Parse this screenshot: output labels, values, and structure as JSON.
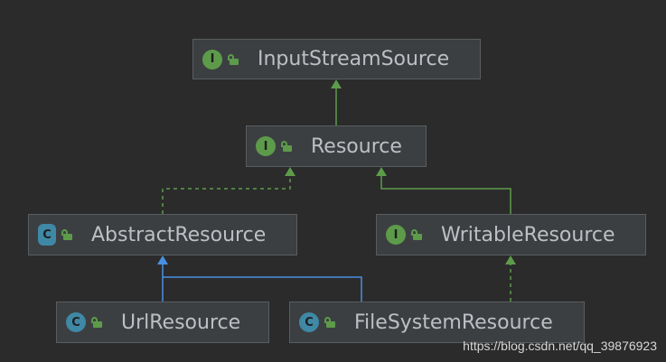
{
  "colors": {
    "background": "#2b2b2b",
    "node_fill": "#3c3f41",
    "node_border": "#5a5d5f",
    "interface_badge": "#5d9b4b",
    "class_badge": "#3f88a6",
    "inherit_edge": "#4a90e2",
    "implement_edge": "#5d9b4b",
    "label_text": "#bcc0c4"
  },
  "nodes": {
    "input_stream_source": {
      "label": "InputStreamSource",
      "kind": "interface",
      "badge": "I",
      "icon": "interface-icon"
    },
    "resource": {
      "label": "Resource",
      "kind": "interface",
      "badge": "I",
      "icon": "interface-icon"
    },
    "abstract_resource": {
      "label": "AbstractResource",
      "kind": "abstract-class",
      "badge": "C",
      "icon": "abstract-class-icon"
    },
    "writable_resource": {
      "label": "WritableResource",
      "kind": "interface",
      "badge": "I",
      "icon": "interface-icon"
    },
    "url_resource": {
      "label": "UrlResource",
      "kind": "class",
      "badge": "C",
      "icon": "class-icon"
    },
    "file_system_resource": {
      "label": "FileSystemResource",
      "kind": "class",
      "badge": "C",
      "icon": "class-icon"
    }
  },
  "edges": [
    {
      "from": "resource",
      "to": "input_stream_source",
      "type": "extends-interface",
      "style": "solid",
      "color": "green"
    },
    {
      "from": "abstract_resource",
      "to": "resource",
      "type": "implements",
      "style": "dashed",
      "color": "green"
    },
    {
      "from": "writable_resource",
      "to": "resource",
      "type": "extends-interface",
      "style": "solid",
      "color": "green"
    },
    {
      "from": "url_resource",
      "to": "abstract_resource",
      "type": "extends",
      "style": "solid",
      "color": "blue"
    },
    {
      "from": "file_system_resource",
      "to": "abstract_resource",
      "type": "extends",
      "style": "solid",
      "color": "blue"
    },
    {
      "from": "file_system_resource",
      "to": "writable_resource",
      "type": "implements",
      "style": "dashed",
      "color": "green"
    }
  ],
  "watermark": "https://blog.csdn.net/qq_39876923"
}
